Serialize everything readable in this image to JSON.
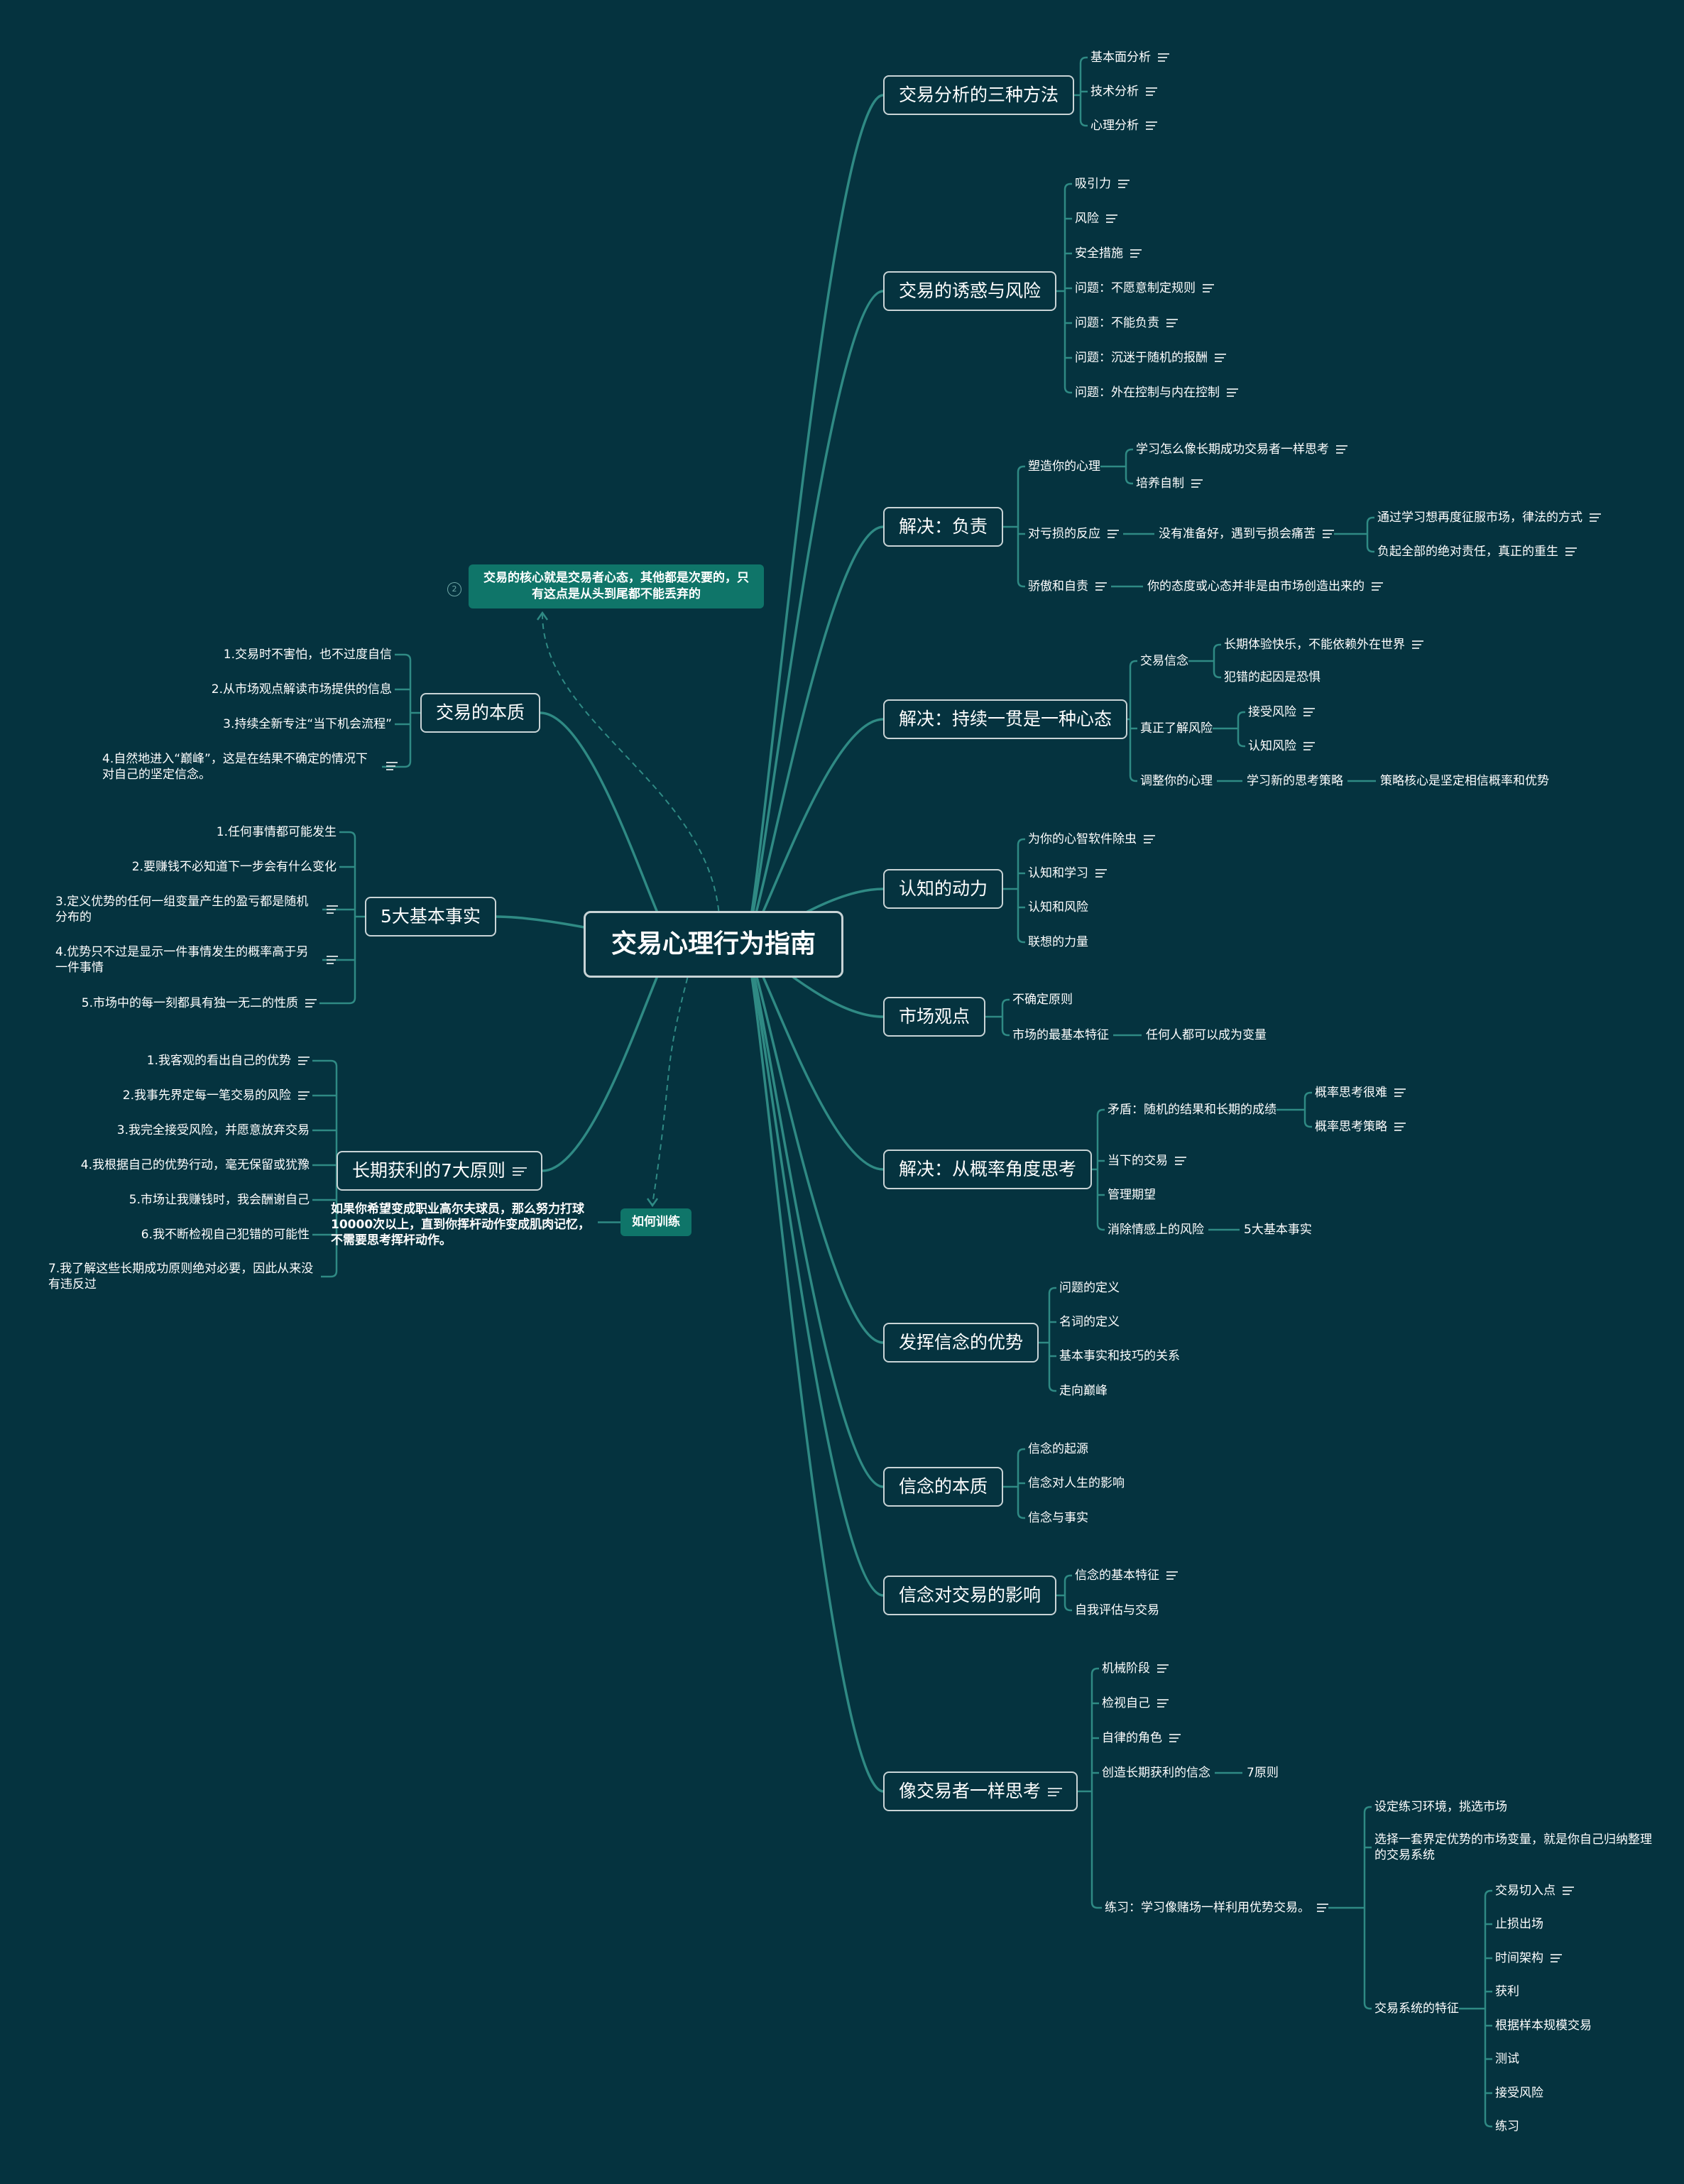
{
  "root": "交易心理行为指南",
  "callout_top": "交易的核心就是交易者心态，其他都是次要的，只有这点是从头到尾都不能丢弃的",
  "callout_top_badge": "2",
  "callout_bottom": "如何训练",
  "callout_bottom_note": "如果你希望变成职业高尔夫球员，那么努力打球10000次以上，直到你挥杆动作变成肌肉记忆，不需要思考挥杆动作。",
  "right": {
    "b1": {
      "label": "交易分析的三种方法",
      "c": [
        "基本面分析",
        "技术分析",
        "心理分析"
      ]
    },
    "b2": {
      "label": "交易的诱惑与风险",
      "c": [
        "吸引力",
        "风险",
        "安全措施",
        "问题：不愿意制定规则",
        "问题：不能负责",
        "问题：沉迷于随机的报酬",
        "问题：外在控制与内在控制"
      ]
    },
    "b3": {
      "label": "解决：负责",
      "c1": "塑造你的心理",
      "c1a": "学习怎么像长期成功交易者一样思考",
      "c1b": "培养自制",
      "c2": "对亏损的反应",
      "c2a": "没有准备好，遇到亏损会痛苦",
      "c2a1": "通过学习想再度征服市场，律法的方式",
      "c2a2": "负起全部的绝对责任，真正的重生",
      "c3": "骄傲和自责",
      "c3a": "你的态度或心态并非是由市场创造出来的"
    },
    "b4": {
      "label": "解决：持续一贯是一种心态",
      "c1": "交易信念",
      "c1a": "长期体验快乐，不能依赖外在世界",
      "c1b": "犯错的起因是恐惧",
      "c2": "真正了解风险",
      "c2a": "接受风险",
      "c2b": "认知风险",
      "c3": "调整你的心理",
      "c3a": "学习新的思考策略",
      "c3a1": "策略核心是坚定相信概率和优势"
    },
    "b5": {
      "label": "认知的动力",
      "c": [
        "为你的心智软件除虫",
        "认知和学习",
        "认知和风险",
        "联想的力量"
      ]
    },
    "b6": {
      "label": "市场观点",
      "c1": "不确定原则",
      "c2": "市场的最基本特征",
      "c2a": "任何人都可以成为变量"
    },
    "b7": {
      "label": "解决：从概率角度思考",
      "c1": "矛盾：随机的结果和长期的成绩",
      "c1a": "概率思考很难",
      "c1b": "概率思考策略",
      "c2": "当下的交易",
      "c3": "管理期望",
      "c4": "消除情感上的风险",
      "c4a": "5大基本事实"
    },
    "b8": {
      "label": "发挥信念的优势",
      "c": [
        "问题的定义",
        "名词的定义",
        "基本事实和技巧的关系",
        "走向巅峰"
      ]
    },
    "b9": {
      "label": "信念的本质",
      "c": [
        "信念的起源",
        "信念对人生的影响",
        "信念与事实"
      ]
    },
    "b10": {
      "label": "信念对交易的影响",
      "c": [
        "信念的基本特征",
        "自我评估与交易"
      ]
    },
    "b11": {
      "label": "像交易者一样思考",
      "c1": "机械阶段",
      "c2": "检视自己",
      "c3": "自律的角色",
      "c4": "创造长期获利的信念",
      "c4a": "7原则",
      "c5": "练习：学习像赌场一样利用优势交易。",
      "c5a": "设定练习环境，挑选市场",
      "c5b": "选择一套界定优势的市场变量，就是你自己归纳整理的交易系统",
      "c5c": "交易系统的特征",
      "c5c_items": [
        "交易切入点",
        "止损出场",
        "时间架构",
        "获利",
        "根据样本规模交易",
        "测试",
        "接受风险",
        "练习"
      ]
    }
  },
  "left": {
    "l1": {
      "label": "交易的本质",
      "c": [
        "1.交易时不害怕，也不过度自信",
        "2.从市场观点解读市场提供的信息",
        "3.持续全新专注“当下机会流程”",
        "4.自然地进入“巅峰”，这是在结果不确定的情况下对自己的坚定信念。"
      ]
    },
    "l2": {
      "label": "5大基本事实",
      "c": [
        "1.任何事情都可能发生",
        "2.要赚钱不必知道下一步会有什么变化",
        "3.定义优势的任何一组变量产生的盈亏都是随机分布的",
        "4.优势只不过是显示一件事情发生的概率高于另一件事情",
        "5.市场中的每一刻都具有独一无二的性质"
      ]
    },
    "l3": {
      "label": "长期获利的7大原则",
      "c": [
        "1.我客观的看出自己的优势",
        "2.我事先界定每一笔交易的风险",
        "3.我完全接受风险，并愿意放弃交易",
        "4.我根据自己的优势行动，毫无保留或犹豫",
        "5.市场让我赚钱时，我会酬谢自己",
        "6.我不断检视自己犯错的可能性",
        "7.我了解这些长期成功原则绝对必要，因此从来没有违反过"
      ]
    }
  }
}
